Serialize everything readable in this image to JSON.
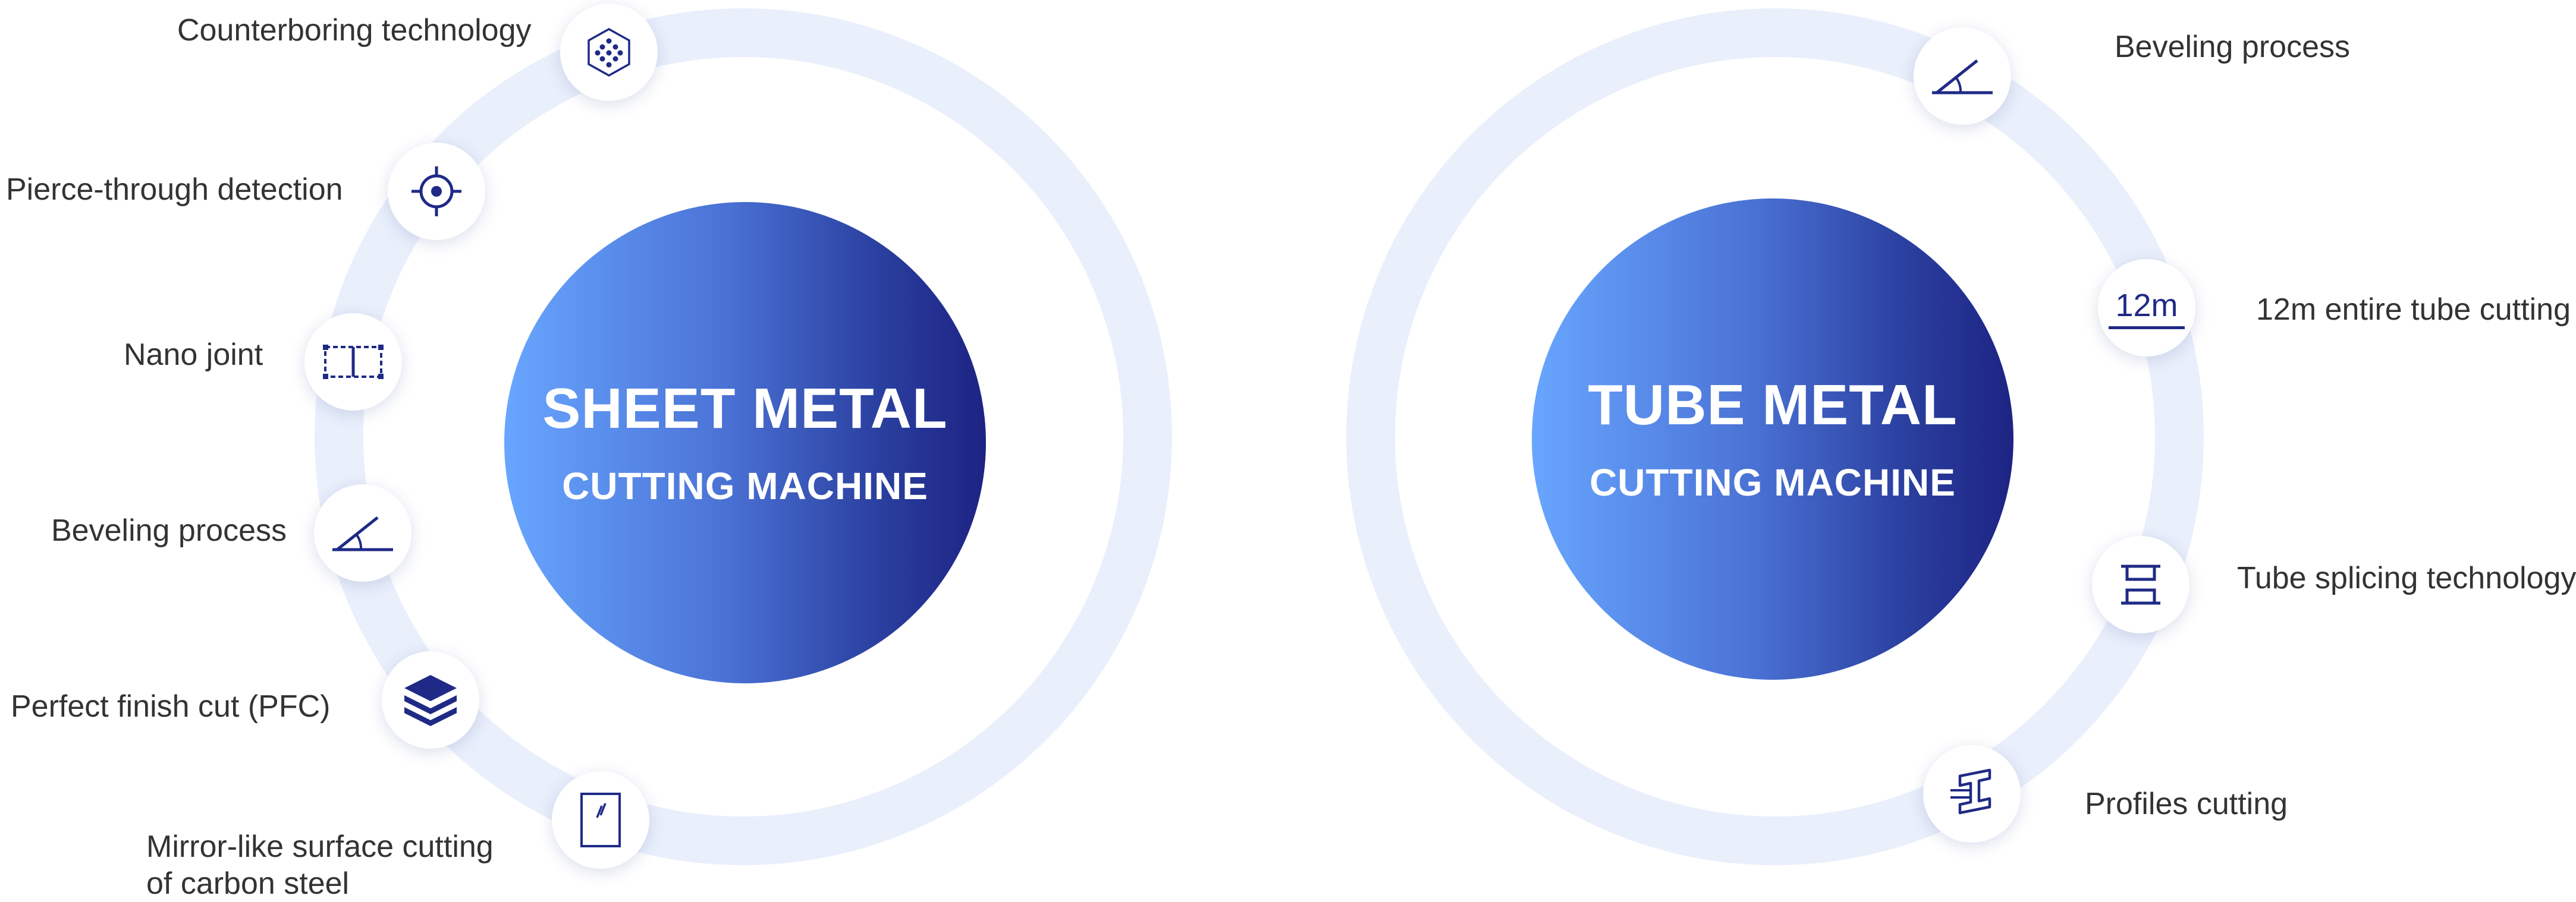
{
  "left_hub": {
    "title": "SHEET METAL",
    "subtitle": "CUTTING MACHINE"
  },
  "right_hub": {
    "title": "TUBE METAL",
    "subtitle": "CUTTING MACHINE"
  },
  "left_features": [
    {
      "label": "Counterboring technology",
      "icon": "counterboring-icon"
    },
    {
      "label": "Pierce-through detection",
      "icon": "crosshair-icon"
    },
    {
      "label": "Nano joint",
      "icon": "nano-joint-icon"
    },
    {
      "label": "Beveling process",
      "icon": "bevel-angle-icon"
    },
    {
      "label": "Perfect finish cut (PFC)",
      "icon": "layers-icon"
    },
    {
      "label_line1": "Mirror-like surface cutting",
      "label_line2": "of carbon steel",
      "icon": "mirror-icon"
    }
  ],
  "right_features": [
    {
      "label": "Beveling process",
      "icon": "bevel-angle-icon"
    },
    {
      "label": "12m entire tube cutting",
      "icon_text": "12m",
      "icon": "length-12m-icon"
    },
    {
      "label": "Tube splicing technology",
      "icon": "tube-splice-icon"
    },
    {
      "label": "Profiles cutting",
      "icon": "profile-beam-icon"
    }
  ],
  "colors": {
    "ring": "#e9effb",
    "icon": "#1f2a86",
    "hub_gradient_start": "#68a6ff",
    "hub_gradient_end": "#1d2383",
    "label": "#333333"
  }
}
